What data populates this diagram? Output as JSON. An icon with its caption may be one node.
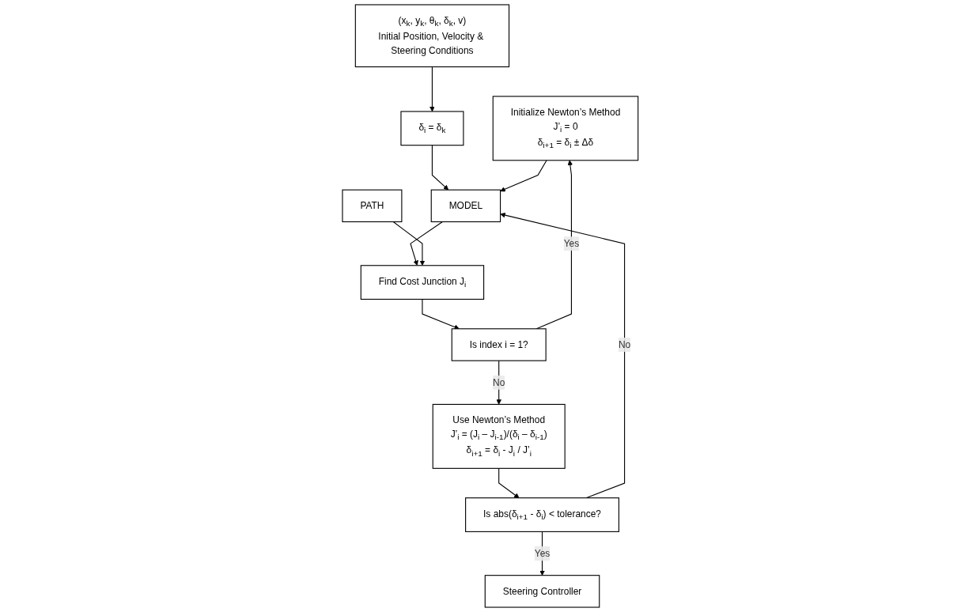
{
  "diagram": {
    "nodes": [
      {
        "text": [
          "(x$_{k}$, y$_{k}$, θ$_{k}$, δ$_{k}$, v)",
          "Initial Position, Velocity & Steering Conditions"
        ]
      },
      {
        "text": [
          "δ$_{i}$ = δ$_{k}$"
        ]
      },
      {
        "text": [
          "MODEL"
        ]
      },
      {
        "text": [
          "PATH"
        ]
      },
      {
        "text": [
          "Find Cost Junction J$_{i}$"
        ]
      },
      {
        "text": [
          "Initialize Newton’s Method",
          "J’$_{i}$ = 0",
          "δ$_{i+1}$ = δ$_{i}$ ± Δδ"
        ]
      },
      {
        "text": [
          "Is index i = 1?"
        ]
      },
      {
        "text": [
          "Use Newton’s Method",
          "J’$_{i}$ = (J$_{i}$ – J$_{i-1}$)/(δ$_{i}$ – δ$_{i-1}$)",
          "δ$_{i+1}$ = δ$_{i}$ - J$_{i}$ / J’$_{i}$"
        ]
      },
      {
        "text": [
          "Is abs(δ$_{i+1}$ - δ$_{i}$) < tolerance?"
        ]
      },
      {
        "text": [
          "Steering Controller"
        ]
      }
    ],
    "edges": [
      {
        "from": 0,
        "to": 1,
        "arrow": "to"
      },
      {
        "from": 1,
        "to": 2,
        "arrow": "to"
      },
      {
        "from": 2,
        "to": 4,
        "arrow": "to"
      },
      {
        "from": 3,
        "to": 4,
        "arrow": "to"
      },
      {
        "from": 4,
        "to": 6,
        "arrow": "to"
      },
      {
        "from": 6,
        "to": 5,
        "label": "Yes",
        "arrow": "to"
      },
      {
        "from": 5,
        "to": 2,
        "arrow": "to"
      },
      {
        "from": 6,
        "to": 7,
        "label": "No",
        "arrow": "to"
      },
      {
        "from": 7,
        "to": 8,
        "arrow": "to"
      },
      {
        "from": 8,
        "to": 9,
        "label": "Yes",
        "arrow": "to"
      },
      {
        "from": 8,
        "to": 2,
        "label": "No",
        "arrow": "to"
      }
    ]
  }
}
